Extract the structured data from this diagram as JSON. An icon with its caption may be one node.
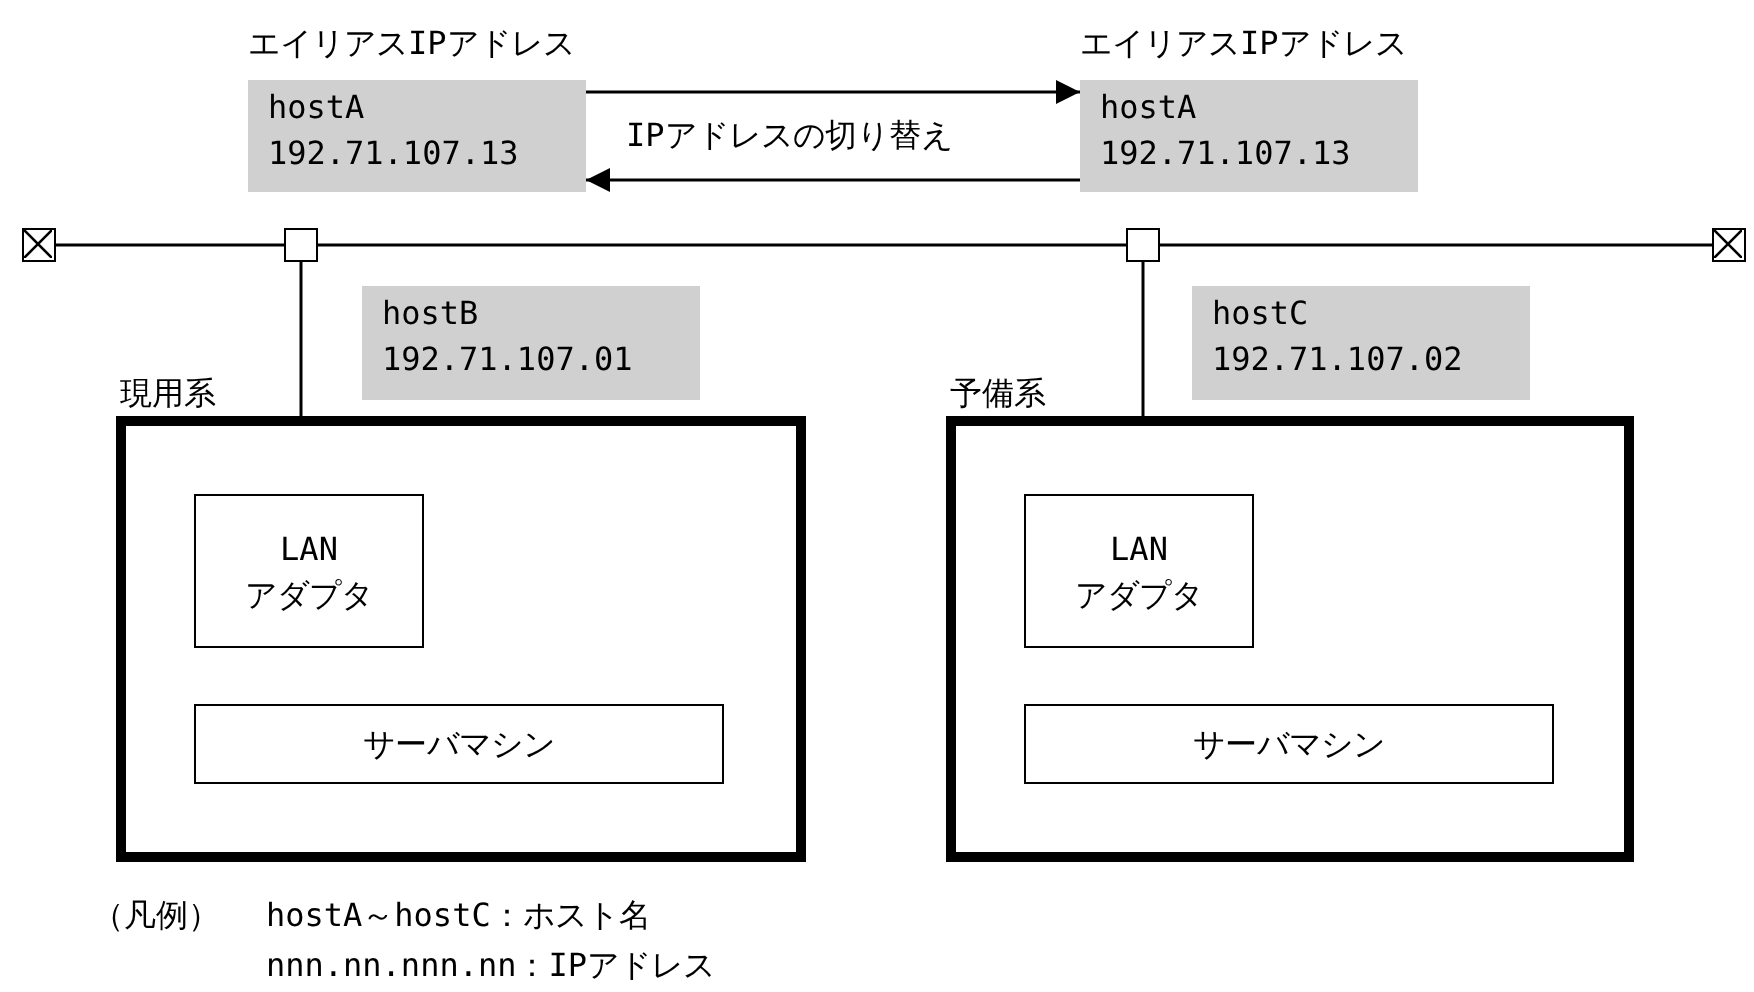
{
  "diagram": {
    "nodes": [
      {
        "text": [
          "エイリアスIPアドレス",
          "hostA 192.71.107.13"
        ]
      },
      {
        "text": [
          "エイリアスIPアドレス",
          "hostA 192.71.107.13"
        ]
      },
      {
        "text": [],
        "shape": "box"
      },
      {
        "text": [],
        "shape": "box"
      },
      {
        "text": [],
        "shape": "terminator"
      },
      {
        "text": [],
        "shape": "terminator"
      },
      {
        "text": [
          "hostB 192.71.107.01"
        ]
      },
      {
        "text": [
          "hostC 192.71.107.02"
        ]
      },
      {
        "text": [
          "現用系"
        ]
      },
      {
        "text": [
          "LAN アダプタ"
        ],
        "in": 8
      },
      {
        "text": [
          "サーバマシン"
        ],
        "in": 8
      },
      {
        "text": [
          "予備系"
        ]
      },
      {
        "text": [
          "LAN アダプタ"
        ],
        "in": 11
      },
      {
        "text": [
          "サーバマシン"
        ],
        "in": 11
      }
    ],
    "edges": [
      {
        "from": 0,
        "to": 1,
        "arrow": "to"
      },
      {
        "from": 1,
        "to": 0,
        "arrow": "to"
      },
      {
        "from": 4,
        "to": 2,
        "arrow": "none"
      },
      {
        "from": 2,
        "to": 3,
        "arrow": "none"
      },
      {
        "from": 3,
        "to": 5,
        "arrow": "none"
      },
      {
        "from": 2,
        "to": 9,
        "arrow": "none"
      },
      {
        "from": 3,
        "to": 12,
        "arrow": "none"
      }
    ],
    "labels": [
      "IPアドレスの切り替え",
      "（凡例）",
      "hostA～hostC：ホスト名",
      "nnn.nn.nnn.nn：IPアドレス"
    ]
  }
}
